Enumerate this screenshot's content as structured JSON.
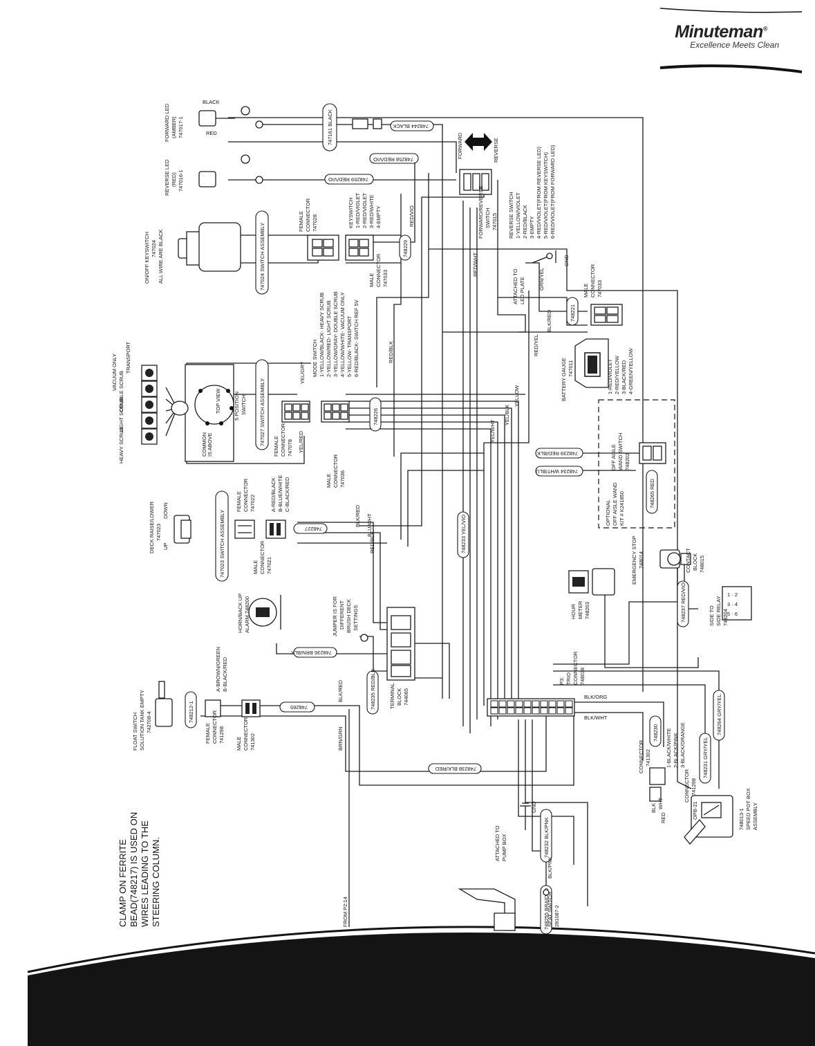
{
  "brand": {
    "name": "Minuteman",
    "registered": "®",
    "tagline": "Excellence Meets Clean"
  },
  "notes": {
    "clamp_line1": "CLAMP ON FERRITE",
    "clamp_line2": "BEAD(748217) IS USED ON",
    "clamp_line3": "WIRES LEADING TO THE",
    "clamp_line4": "STEERING COLUMN.",
    "from_p2": "FROM P2:14"
  },
  "components": {
    "forward_led": [
      "FORWARD LED",
      "(AMBER)",
      "747017-1"
    ],
    "reverse_led": [
      "REVERSE LED",
      "(RED)",
      "747016-1"
    ],
    "keyswitch": [
      "ON/OFF KEYSWITCH",
      "747024",
      "ALL WIRE ARE BLACK"
    ],
    "keyswitch_assembly": "747024 SWITCH ASSEMBLY",
    "female_conn_747028": [
      "FEMALE",
      "CONNECTOR",
      "747028"
    ],
    "keyswitch_pins": [
      "KEYSWITCH",
      "1-RED/VIOLET",
      "2-RED/VIOLET",
      "3-RED/WHITE",
      "4-EMPTY"
    ],
    "male_conn_747033": [
      "MALE",
      "CONNECTOR",
      "747033"
    ],
    "fwd_rev_switch": [
      "FORWARD/REVERSE",
      "SWITCH",
      "747015"
    ],
    "forward": "FORWARD",
    "reverse": "REVERSE",
    "reverse_switch_pins": [
      "REVERSE SWITCH",
      "1-YELLOW/VIOLET",
      "2-RED/BLACK",
      "3-EMPTY",
      "4-RED/VIOLET(FROM REVERSE LED)",
      "5-RED/VIOLET(FROM KEYSWITCH)",
      "6-RED/VIOLET(FROM FORWARD LED)"
    ],
    "mode_switch_pins": [
      "MODE SWITCH",
      "1-YELLOW/BLACK- HEAVY SCRUB",
      "2-YELLOW/RED- LIGHT SCRUB",
      "3-YELLOW/GRAY- DOUBLE SCRUB",
      "4-YELLOW/WHITE- VACUUM ONLY",
      "5-YELLOW- TRANSPORT",
      "6-RED/BLACK- SWITCH REF 5V"
    ],
    "modes": [
      "HEAVY SCRUB",
      "LIGHT SCRUB",
      "DOUBLE SCRUB",
      "VACUUM ONLY",
      "TRANSPORT"
    ],
    "mode_switch_top": [
      "TOP VIEW",
      "5 POSITION",
      "SWITCH"
    ],
    "common_above": [
      "COMMON",
      "IS ABOVE"
    ],
    "switch_assembly_747027": "747027 SWITCH ASSEMBLY",
    "female_conn_747078": [
      "FEMALE",
      "CONNECTOR",
      "747078"
    ],
    "male_conn_747036": [
      "MALE",
      "CONNECTOR",
      "747036"
    ],
    "attached_led_plate": [
      "ATTACHED TO",
      "LED PLATE"
    ],
    "gnd": "GND",
    "male_conn_747033b": [
      "MALE",
      "CONNECTOR",
      "747033"
    ],
    "battery_gauge": [
      "BATTERY GAUGE",
      "747011"
    ],
    "battery_pins": [
      "1-RED/VIOLET",
      "2-RED/YELLOW",
      "3-BLACK/RED",
      "4-GREEN/YELLOW"
    ],
    "off_aisle_switch": [
      "OFF AISLE",
      "WAND SWITCH",
      "748202"
    ],
    "optional_kit": [
      "OPTIONAL",
      "OFF AISLE WAND",
      "KIT # K241850"
    ],
    "deck_switch": [
      "DECK RAISE/LOWER",
      "747023",
      "UP",
      "DOWN"
    ],
    "switch_assembly_747023": "747023 SWITCH ASSEMBLY",
    "female_conn_747022": [
      "FEMALE",
      "CONNECTOR",
      "747022"
    ],
    "deck_pins": [
      "A-RED/BLACK",
      "B-BLUE/WHITE",
      "C-BLACK/RED"
    ],
    "male_conn_747021": [
      "MALE",
      "CONNECTOR",
      "747021"
    ],
    "horn": [
      "HORN/BACK UP",
      "ALARM 748200"
    ],
    "jumper": [
      "JUMPER IS FOR",
      "DIFFERENT",
      "BRUSH DECK",
      "SETTINGS"
    ],
    "terminal_block": [
      "TERMINAL",
      "BLOCK",
      "744065"
    ],
    "emergency_stop": [
      "EMERGENCY STOP",
      "748014"
    ],
    "contact_block": [
      "CONTACT",
      "BLOCK",
      "748015"
    ],
    "side_relay": [
      "SIDE TO",
      "SIDE RELAY",
      "748204"
    ],
    "hour_meter": [
      "HOUR",
      "METER",
      "748203"
    ],
    "trio_connector": [
      "P3:",
      "TRIO",
      "CONNECTOR",
      "748038"
    ],
    "float_switch": [
      "FLOAT SWITCH",
      "SOLUTION TANK EMPTY",
      "742708-4"
    ],
    "float_pins": [
      "A-BROWN/GREEN",
      "B-BLACK/RED"
    ],
    "female_conn_741298": [
      "FEMALE",
      "CONNECTOR",
      "741298"
    ],
    "male_conn_741302": [
      "MALE",
      "CONNECTOR",
      "741302"
    ],
    "connector_741302": [
      "CONNECTOR",
      "741302"
    ],
    "pot_pins": [
      "1-BLACK/WHITE",
      "2-BLACK/PINK",
      "3-BLACK/ORANGE"
    ],
    "connector_741298": [
      "CONNECTOR",
      "741298"
    ],
    "speed_pot": [
      "748013-1",
      "SPEED POT BOX",
      "ASSEMBLY"
    ],
    "opb": "OPB-21",
    "pump_box": [
      "ATTACHED TO",
      "PUMP BOX"
    ],
    "seat_switch": [
      "SEAT SWITCH",
      "281087-2"
    ]
  },
  "wire_tags": [
    "747161 BLACK",
    "748244 BLACK",
    "748258 RED/VIO",
    "748259 RED/VIO",
    "748229",
    "748226",
    "748221",
    "748227",
    "748233 YEL/VIO",
    "748235 RED/BLK",
    "748236 BRN/BLK",
    "748265",
    "748212-1",
    "748239 RED/BLK",
    "748234 WHT/BLU",
    "748265 RED",
    "748237 RED/VIO",
    "748230",
    "748231 GRY/YEL",
    "748264 GRY/YEL",
    "748238 BLK/RED",
    "748255 BRAIDED",
    "748232 BLK/PNK"
  ],
  "wire_labels": [
    "BLACK",
    "RED",
    "RED/VIO",
    "RED/WHT",
    "RED/BLK",
    "RED/YEL",
    "BLK/RED",
    "GRN/YEL",
    "YEL/GRY",
    "YELLOW",
    "YEL/WHT",
    "YEL/BLK",
    "YEL/RED",
    "BLK/RED",
    "BLU/WHT",
    "RED/BLK",
    "BLK/ORG",
    "BLK/WHT",
    "BRN/GRN",
    "BLK/RED",
    "BLK/PNK",
    "BLK",
    "WHT",
    "RED"
  ]
}
